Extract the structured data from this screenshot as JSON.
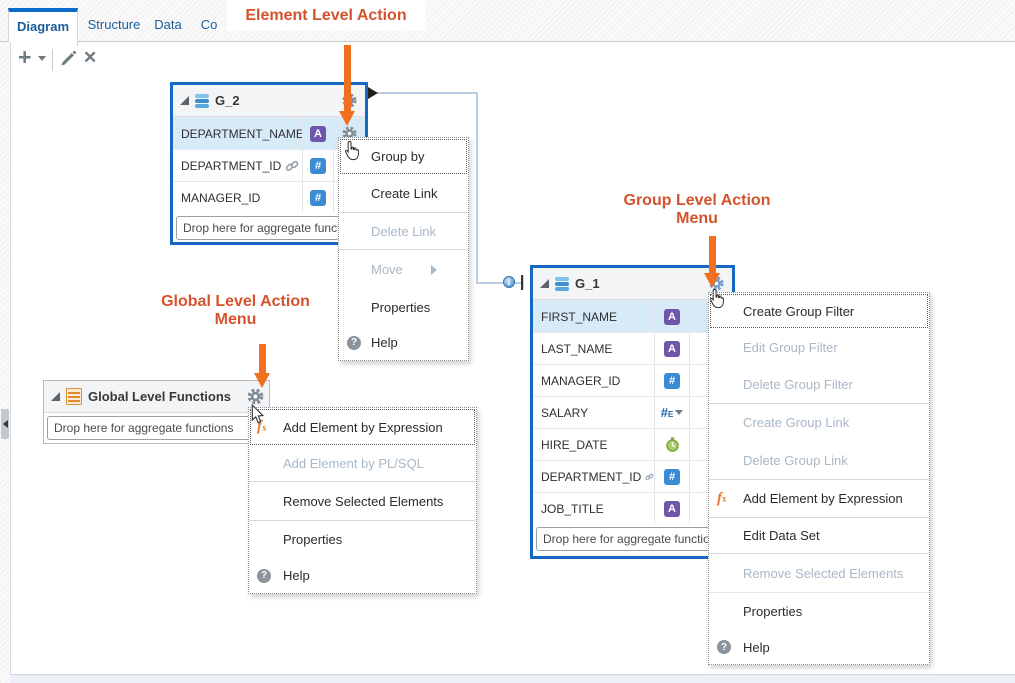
{
  "tabs": [
    {
      "label": "Diagram",
      "selected": true
    },
    {
      "label": "Structure",
      "selected": false
    },
    {
      "label": "Data",
      "selected": false
    },
    {
      "label": "Co",
      "selected": false
    }
  ],
  "annotations": {
    "element_level": "Element Level Action",
    "group_level_line1": "Group Level Action",
    "group_level_line2": "Menu",
    "global_level_line1": "Global Level Action",
    "global_level_line2": "Menu"
  },
  "groups": {
    "g2": {
      "title": "G_2",
      "drop_placeholder": "Drop here for aggregate functions",
      "elements": [
        {
          "name": "DEPARTMENT_NAME",
          "type": "text",
          "highlighted": true
        },
        {
          "name": "DEPARTMENT_ID",
          "type": "number",
          "linked": true
        },
        {
          "name": "MANAGER_ID",
          "type": "number"
        }
      ]
    },
    "g1": {
      "title": "G_1",
      "drop_placeholder": "Drop here for aggregate functions",
      "elements": [
        {
          "name": "FIRST_NAME",
          "type": "text",
          "highlighted": true
        },
        {
          "name": "LAST_NAME",
          "type": "text"
        },
        {
          "name": "MANAGER_ID",
          "type": "number"
        },
        {
          "name": "SALARY",
          "type": "measure"
        },
        {
          "name": "HIRE_DATE",
          "type": "date"
        },
        {
          "name": "DEPARTMENT_ID",
          "type": "number",
          "linked": true
        },
        {
          "name": "JOB_TITLE",
          "type": "text"
        }
      ]
    },
    "global": {
      "title": "Global Level Functions",
      "drop_placeholder": "Drop here for aggregate functions"
    }
  },
  "menus": {
    "element": {
      "items": [
        {
          "label": "Group by",
          "focused": true
        },
        {
          "label": "Create Link"
        },
        {
          "label": "Delete Link",
          "disabled": true
        },
        {
          "label": "Move",
          "disabled": true,
          "has_submenu": true
        },
        {
          "label": "Properties"
        },
        {
          "label": "Help",
          "icon": "help"
        }
      ]
    },
    "group": {
      "items": [
        {
          "label": "Create Group Filter",
          "focused": true
        },
        {
          "label": "Edit Group Filter",
          "disabled": true
        },
        {
          "label": "Delete Group Filter",
          "disabled": true
        },
        {
          "label": "Create Group Link",
          "disabled": true
        },
        {
          "label": "Delete Group Link",
          "disabled": true
        },
        {
          "label": "Add Element by Expression",
          "icon": "fx"
        },
        {
          "label": "Edit Data Set"
        },
        {
          "label": "Remove Selected Elements",
          "disabled": true
        },
        {
          "label": "Properties"
        },
        {
          "label": "Help",
          "icon": "help"
        }
      ]
    },
    "global": {
      "items": [
        {
          "label": "Add Element by Expression",
          "icon": "fx",
          "focused": true
        },
        {
          "label": "Add Element by PL/SQL",
          "disabled": true
        },
        {
          "label": "Remove Selected Elements"
        },
        {
          "label": "Properties"
        },
        {
          "label": "Help",
          "icon": "help"
        }
      ]
    }
  },
  "icons": {
    "text_badge": "A",
    "number_badge": "#",
    "measure_hash": "#",
    "measure_suffix": "E",
    "info": "i",
    "help": "?",
    "fx_f": "f",
    "fx_x": "x",
    "plus": "+",
    "close": "✕"
  },
  "colors": {
    "selection_border": "#1568c4",
    "tab_accent": "#0b6bcb",
    "row_highlight": "#d7eaf8",
    "annotation_text": "#d4532c",
    "annotation_arrow": "#f1701f",
    "text_badge_bg": "#6e56a8",
    "number_badge_bg": "#3a8bd4",
    "disabled_text": "#a9b7c6",
    "connector": "#a6bed8"
  }
}
